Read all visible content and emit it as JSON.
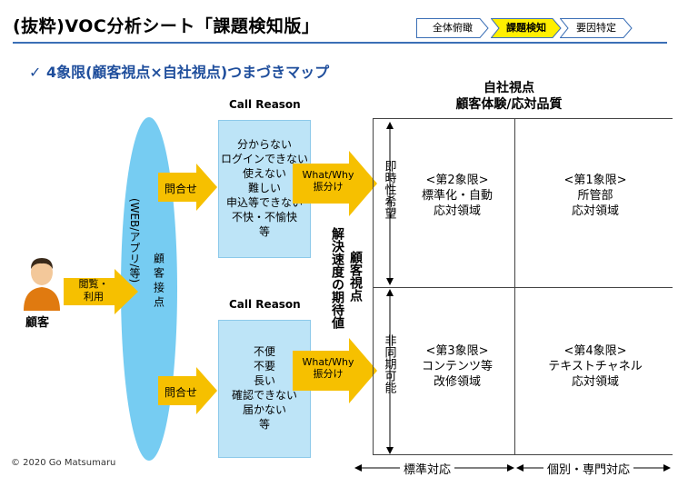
{
  "title": "(抜粋)VOC分析シート「課題検知版」",
  "steps": [
    {
      "label": "全体俯瞰",
      "active": false
    },
    {
      "label": "課題検知",
      "active": true
    },
    {
      "label": "要因特定",
      "active": false
    }
  ],
  "subtitle": "✓ 4象限(顧客視点×自社視点)つまづきマップ",
  "customer": {
    "label": "顧客",
    "action": "閲覧・\n利用"
  },
  "channel": {
    "label": "(WEB/アプリ/等)",
    "contact": "顧客接点"
  },
  "inquiry_label": "問合せ",
  "call_reason_header": "Call Reason",
  "reasons_top": [
    "分からない",
    "ログインできない",
    "使えない",
    "難しい",
    "申込等できない",
    "不快・不愉快",
    "等"
  ],
  "reasons_bottom": [
    "不便",
    "不要",
    "長い",
    "確認できない",
    "届かない",
    "等"
  ],
  "routing_label": "What/Why\n振分け",
  "y_axis": {
    "title": "顧客視点",
    "subtitle": "解決速度の期待値",
    "top": "即時性希望",
    "bottom": "非同期可能"
  },
  "x_axis": {
    "title": "自社視点",
    "subtitle": "顧客体験/応対品質",
    "left": "標準対応",
    "right": "個別・専門対応"
  },
  "quadrants": {
    "q1": "<第1象限>\n所管部\n応対領域",
    "q2": "<第2象限>\n標準化・自動\n応対領域",
    "q3": "<第3象限>\nコンテンツ等\n改修領域",
    "q4": "<第4象限>\nテキストチャネル\n応対領域"
  },
  "copyright": "© 2020 Go Matsumaru",
  "colors": {
    "accent_blue": "#3b6fb6",
    "box_blue": "#bde4f7",
    "arrow_gold": "#f6c000",
    "arrow_gold_dark": "#e8a500",
    "active_step": "#ffef00"
  }
}
